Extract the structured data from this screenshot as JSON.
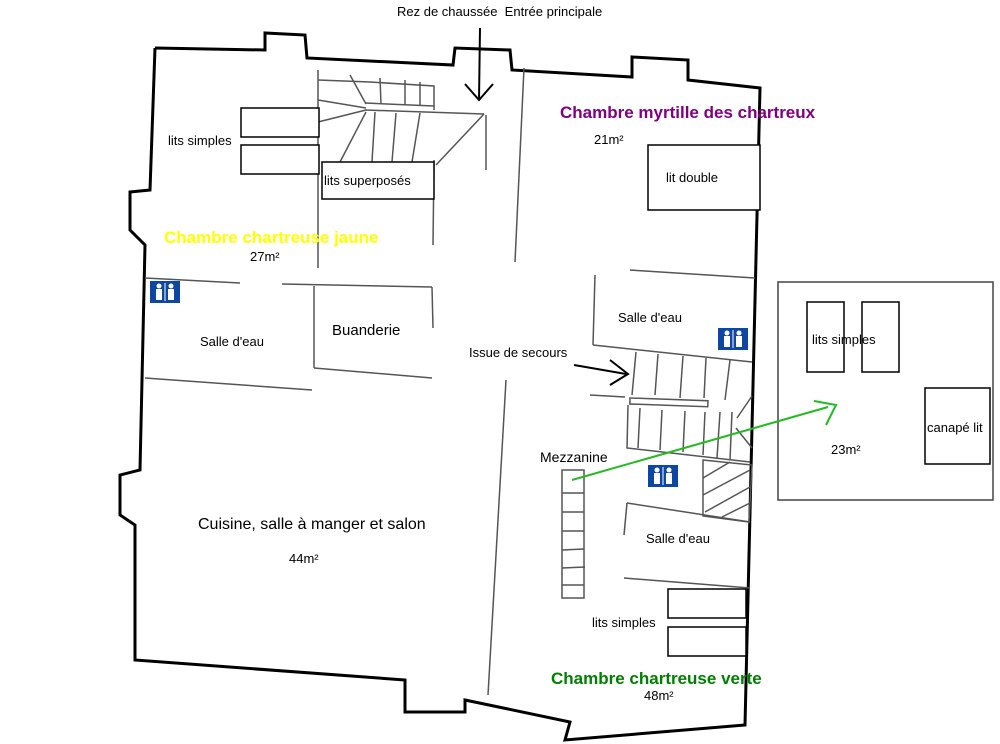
{
  "entrance_label": "Rez de chaussée  Entrée principale",
  "rooms": {
    "jaune": {
      "name": "Chambre chartreuse jaune",
      "area": "27m²",
      "color": "#ffff00",
      "beds_single": "lits simples",
      "beds_bunk": "lits superposés"
    },
    "myrtille": {
      "name": "Chambre myrtille des chartreux",
      "area": "21m²",
      "color": "#800080",
      "bed": "lit double"
    },
    "verte": {
      "name": "Chambre chartreuse verte",
      "area": "48m²",
      "color": "#008000",
      "beds_single": "lits simples",
      "mezzanine": "Mezzanine"
    },
    "mezz_room": {
      "area": "23m²",
      "beds_single": "lits simples",
      "sofa_bed": "canapé lit"
    },
    "cuisine": {
      "name": "Cuisine, salle à manger et salon",
      "area": "44m²"
    },
    "buanderie": "Buanderie",
    "salle_eau_1": "Salle d'eau",
    "salle_eau_2": "Salle d'eau",
    "salle_eau_3": "Salle d'eau"
  },
  "emergency_exit": "Issue de secours",
  "icons": {
    "restroom": "restroom-icon",
    "accent": "#0d47a1",
    "arrow_green": "#22bb22"
  }
}
